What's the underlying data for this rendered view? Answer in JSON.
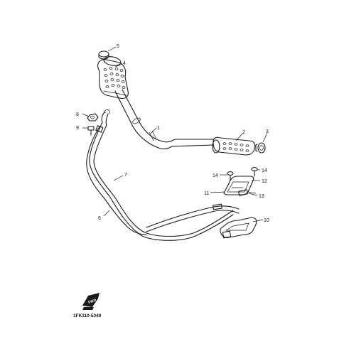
{
  "diagram": {
    "callouts": [
      {
        "id": "c1",
        "label": "1"
      },
      {
        "id": "c2",
        "label": "2"
      },
      {
        "id": "c3",
        "label": "3"
      },
      {
        "id": "c4",
        "label": "4"
      },
      {
        "id": "c5",
        "label": "5"
      },
      {
        "id": "c6",
        "label": "6"
      },
      {
        "id": "c7",
        "label": "7"
      },
      {
        "id": "c8",
        "label": "8"
      },
      {
        "id": "c9",
        "label": "9"
      },
      {
        "id": "c10",
        "label": "10"
      },
      {
        "id": "c11",
        "label": "11"
      },
      {
        "id": "c12",
        "label": "12"
      },
      {
        "id": "c13",
        "label": "13"
      },
      {
        "id": "c14a",
        "label": "14"
      },
      {
        "id": "c14b",
        "label": "14"
      }
    ],
    "diagram_code": "1FK110-5340",
    "logo_text": "FWD"
  }
}
